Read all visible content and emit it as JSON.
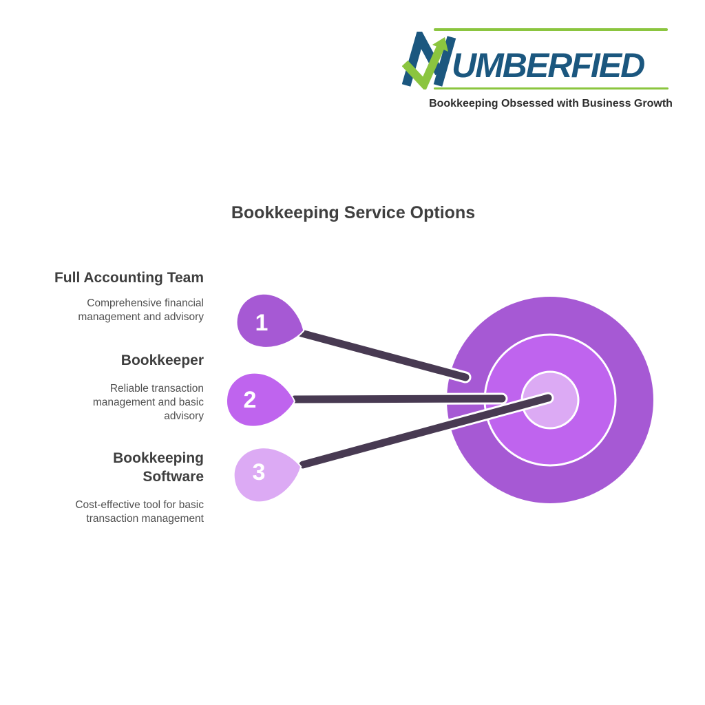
{
  "logo": {
    "monogram_letter": "N",
    "wordmark_rest": "UMBERFIED",
    "tagline": "Bookkeeping Obsessed with Business Growth",
    "colors": {
      "blue": "#1b577f",
      "green": "#8bc53f",
      "tagline_text": "#2d2d2d"
    }
  },
  "title": "Bookkeeping Service Options",
  "items": [
    {
      "number": "1",
      "label": "Full Accounting Team",
      "description": "Comprehensive financial management and advisory",
      "color": "#a659d4"
    },
    {
      "number": "2",
      "label": "Bookkeeper",
      "description": "Reliable transaction management and basic advisory",
      "color": "#bf64ee"
    },
    {
      "number": "3",
      "label": "Bookkeeping Software",
      "description": "Cost-effective tool for basic transaction management",
      "color": "#dcaaf4"
    }
  ],
  "diagram": {
    "type": "target-with-numbered-pins",
    "line_color": "#483a52",
    "ring_outline_color": "#ffffff",
    "pin_number_color": "#ffffff"
  }
}
